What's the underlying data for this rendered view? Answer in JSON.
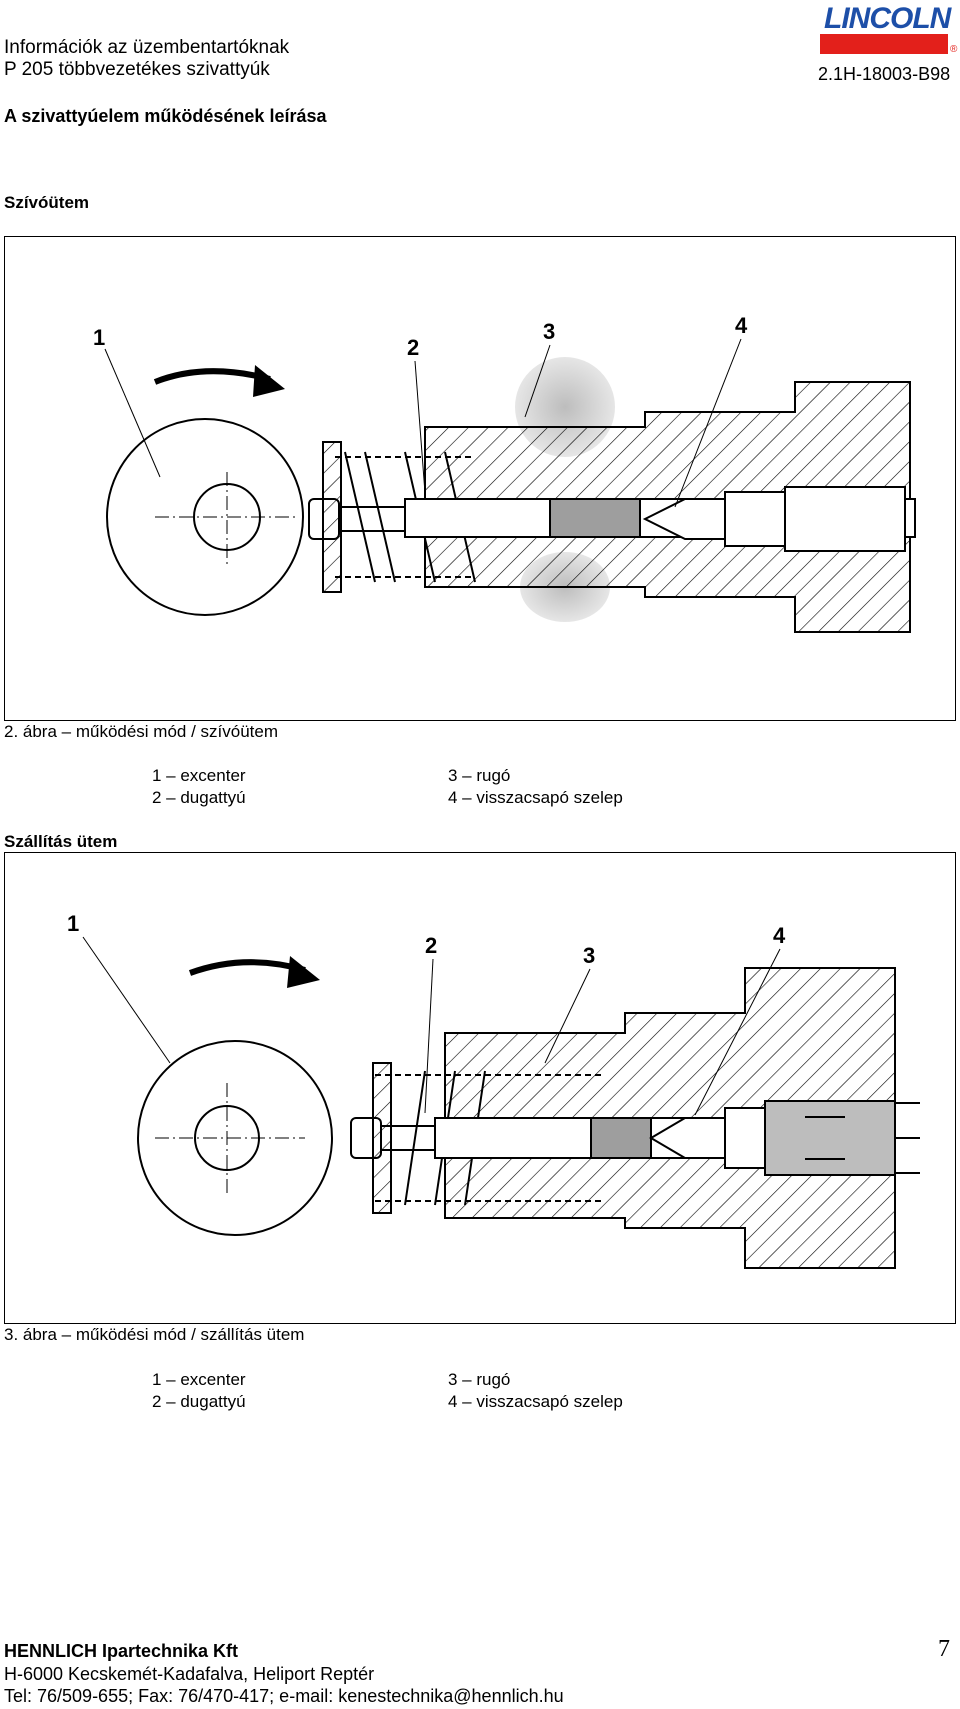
{
  "header": {
    "line1": "Információk az üzembentartóknak",
    "line2": "P 205 többvezetékes szivattyúk",
    "doc_code": "2.1H-18003-B98",
    "logo_text": "LINCOLN"
  },
  "section_title": "A szivattyúelem működésének leírása",
  "suction": {
    "heading": "Szívóütem",
    "caption": "2. ábra – működési mód / szívóütem",
    "callouts": [
      "1",
      "2",
      "3",
      "4"
    ],
    "legend": {
      "item1": "1 – excenter",
      "item2": "2 – dugattyú",
      "item3": "3 – rugó",
      "item4": "4 – visszacsapó szelep"
    }
  },
  "delivery": {
    "heading": "Szállítás ütem",
    "caption": "3. ábra – működési mód / szállítás ütem",
    "callouts": [
      "1",
      "2",
      "3",
      "4"
    ],
    "legend": {
      "item1": "1 – excenter",
      "item2": "2 – dugattyú",
      "item3": "3 – rugó",
      "item4": "4 – visszacsapó szelep"
    }
  },
  "footer": {
    "company": "HENNLICH Ipartechnika Kft",
    "address": "H-6000 Kecskemét-Kadafalva, Heliport Reptér",
    "contact": "Tel: 76/509-655; Fax: 76/470-417; e-mail: kenestechnika@hennlich.hu",
    "page_number": "7"
  }
}
